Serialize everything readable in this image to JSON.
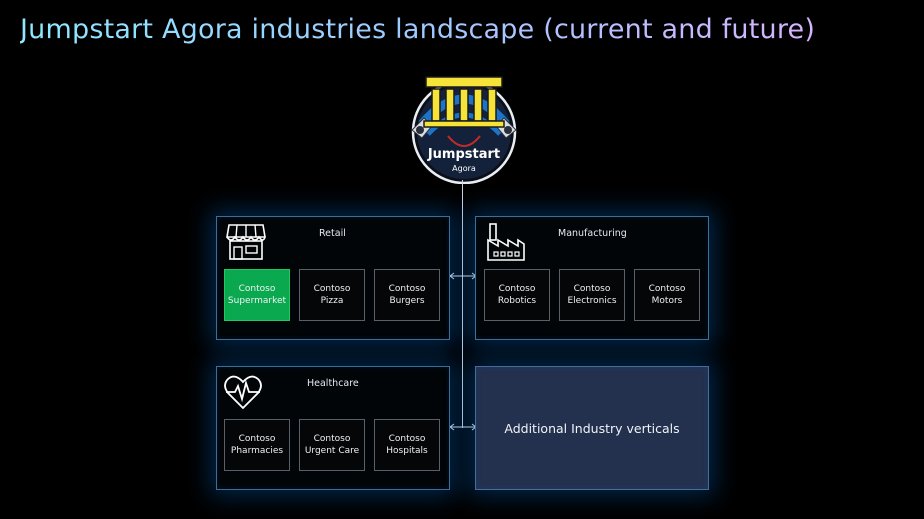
{
  "title": "Jumpstart Agora industries landscape (current and future)",
  "logo": {
    "line1": "Jumpstart",
    "line2": "Agora"
  },
  "panels": {
    "retail": {
      "title": "Retail",
      "icon": "storefront-icon",
      "items": [
        {
          "label": "Contoso\nSupermarket",
          "highlighted": true
        },
        {
          "label": "Contoso\nPizza"
        },
        {
          "label": "Contoso\nBurgers"
        }
      ]
    },
    "manufacturing": {
      "title": "Manufacturing",
      "icon": "factory-icon",
      "items": [
        {
          "label": "Contoso\nRobotics"
        },
        {
          "label": "Contoso\nElectronics"
        },
        {
          "label": "Contoso\nMotors"
        }
      ]
    },
    "healthcare": {
      "title": "Healthcare",
      "icon": "heartbeat-icon",
      "items": [
        {
          "label": "Contoso\nPharmacies"
        },
        {
          "label": "Contoso\nUrgent Care"
        },
        {
          "label": "Contoso\nHospitals"
        }
      ]
    },
    "additional": {
      "title": "Additional Industry verticals"
    }
  },
  "colors": {
    "highlight": "#0aa94f",
    "glow": "#006ed2",
    "logo_ring": "#1c74c9",
    "logo_building": "#f6e33a"
  }
}
